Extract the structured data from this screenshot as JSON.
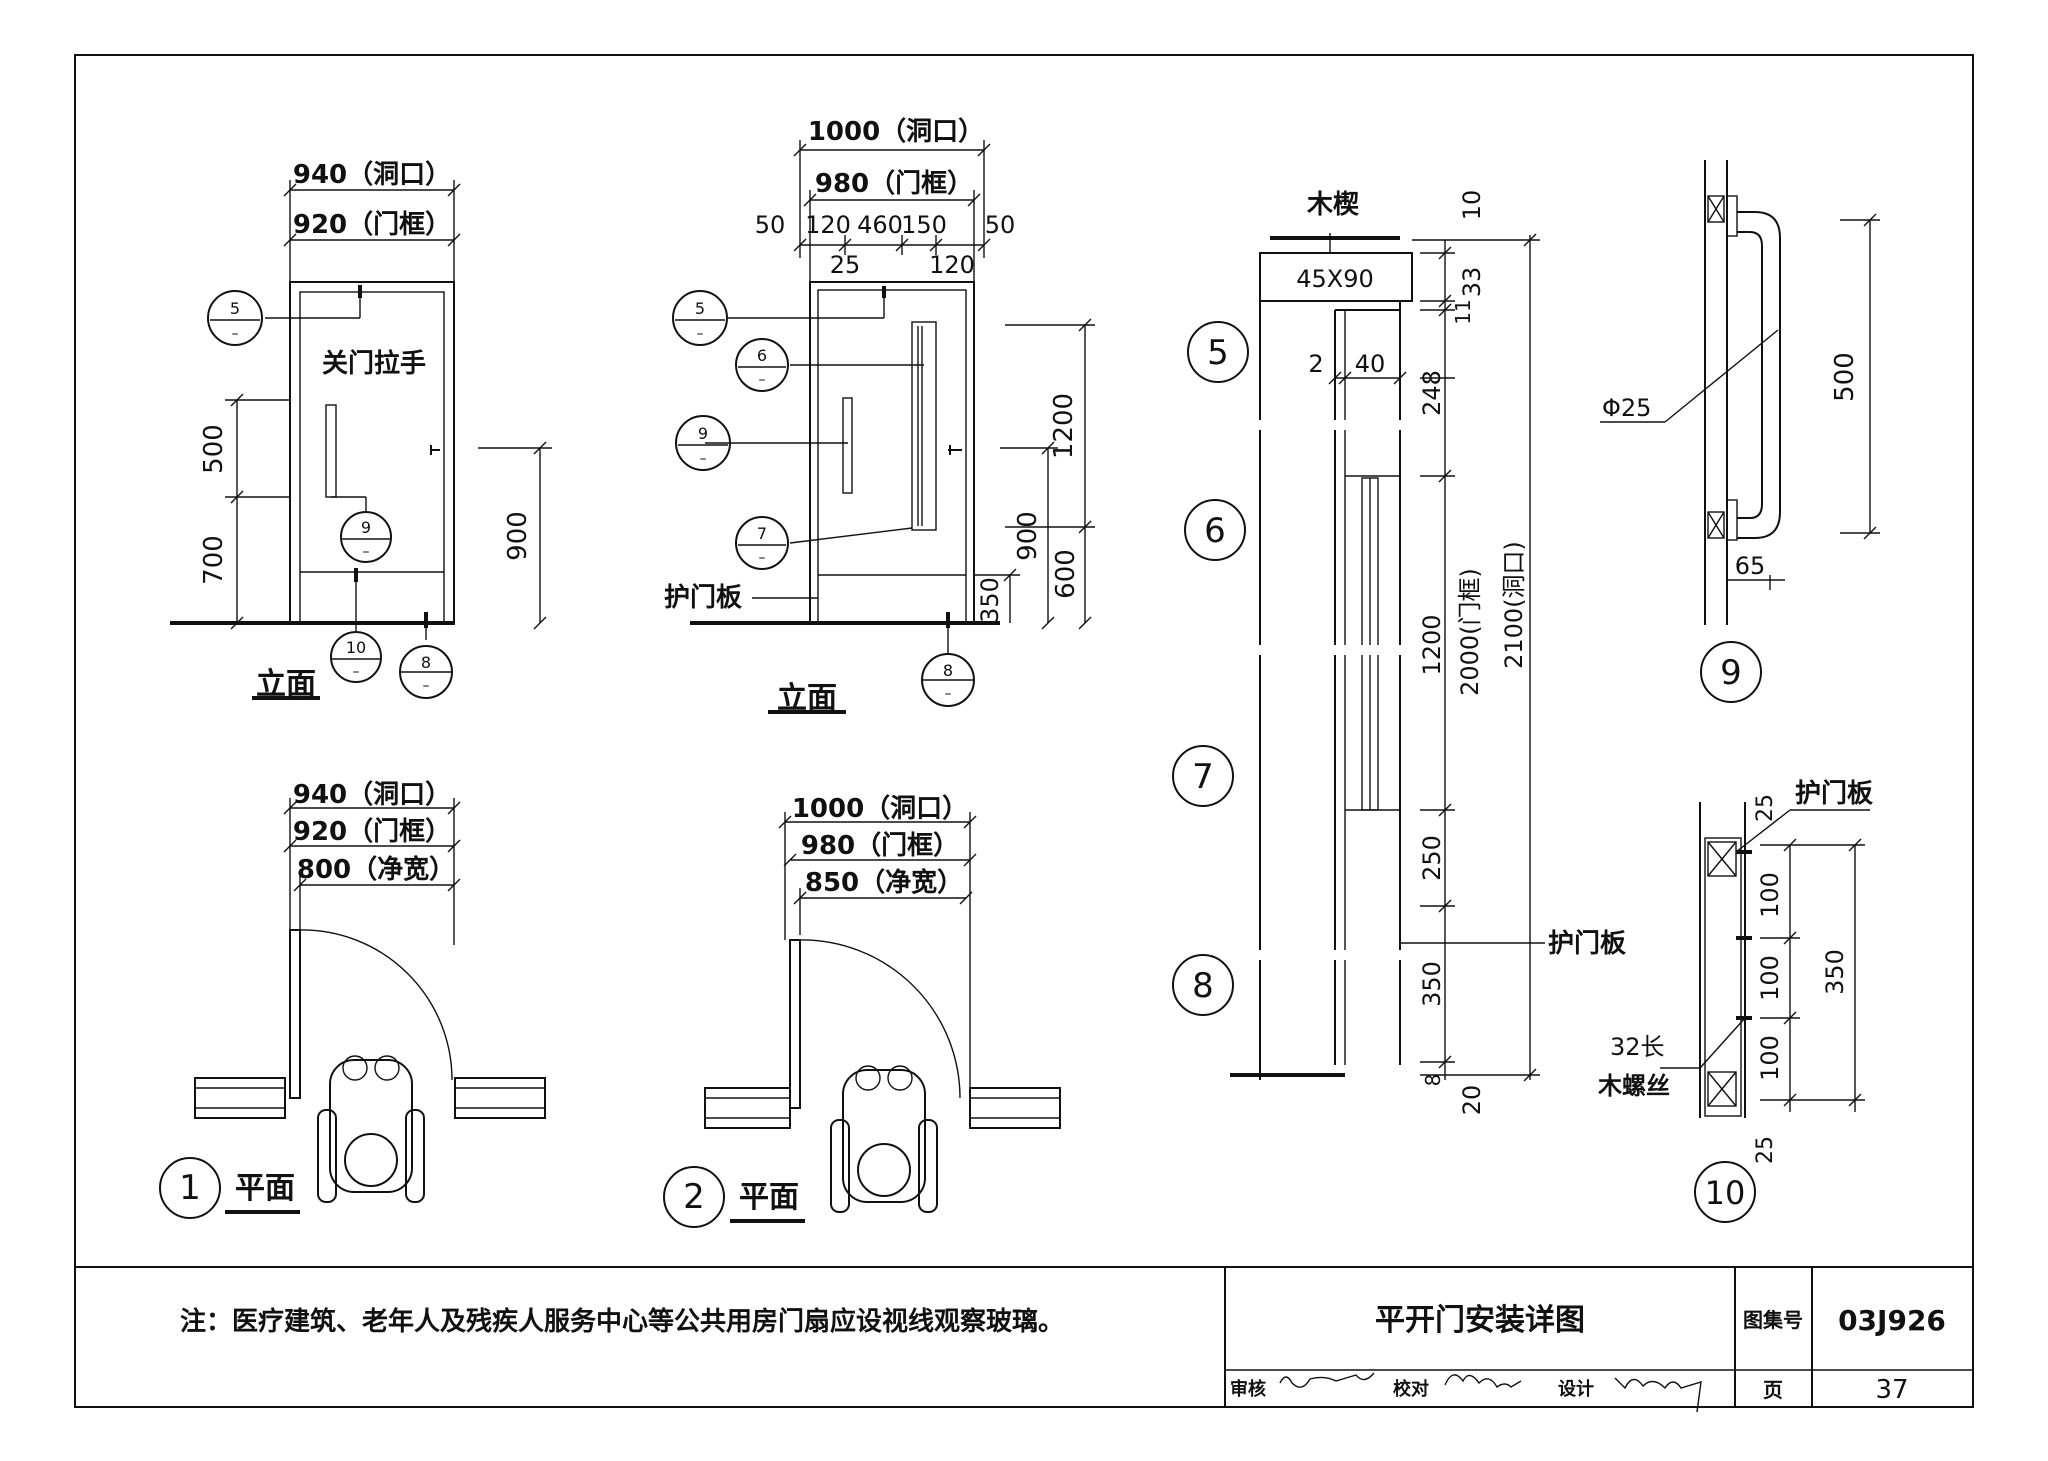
{
  "plate": {
    "drawing_title": "平开门安装详图",
    "atlas_label": "图集号",
    "atlas_no": "03J926",
    "page_label": "页",
    "page_no": "37",
    "review_label": "审核",
    "check_label": "校对",
    "design_label": "设计"
  },
  "note": "注：医疗建筑、老年人及残疾人服务中心等公共用房门扇应设视线观察玻璃。",
  "elev1": {
    "opening": "940（洞口）",
    "frame": "920（门框）",
    "label": "立面",
    "handle_label": "关门拉手",
    "dim_500": "500",
    "dim_700": "700",
    "dim_900": "900",
    "bubble_5": "5",
    "bubble_9": "9",
    "bubble_10": "10",
    "bubble_8": "8",
    "dash": "–"
  },
  "elev2": {
    "opening": "1000（洞口）",
    "frame": "980（门框）",
    "d50a": "50",
    "d120": "120",
    "d460": "460",
    "d150": "150",
    "d50b": "50",
    "d25": "25",
    "d120b": "120",
    "label": "立面",
    "guard_label": "护门板",
    "dim_1200": "1200",
    "dim_900": "900",
    "dim_600": "600",
    "dim_350": "350",
    "bubble_5": "5",
    "bubble_6": "6",
    "bubble_9": "9",
    "bubble_7": "7",
    "bubble_8": "8"
  },
  "plan1": {
    "opening": "940（洞口）",
    "frame": "920（门框）",
    "clear": "800（净宽）",
    "num": "1",
    "label": "平面"
  },
  "plan2": {
    "opening": "1000（洞口）",
    "frame": "980（门框）",
    "clear": "850（净宽）",
    "num": "2",
    "label": "平面"
  },
  "section": {
    "wedge_label": "木楔",
    "wedge_size": "45X90",
    "d10": "10",
    "d33": "33",
    "d11": "11",
    "d2": "2",
    "d40": "40",
    "d248": "248",
    "d1200": "1200",
    "d250": "250",
    "d350": "350",
    "d8": "8",
    "d20": "20",
    "frame_total": "2000(门框)",
    "opening_total": "2100(洞口)",
    "guard_label": "护门板",
    "n5": "5",
    "n6": "6",
    "n7": "7",
    "n8": "8"
  },
  "detail9": {
    "dia": "Φ25",
    "d500": "500",
    "d65": "65",
    "num": "9"
  },
  "detail10": {
    "guard_label": "护门板",
    "d25a": "25",
    "d100a": "100",
    "d100b": "100",
    "d100c": "100",
    "d350": "350",
    "screw1": "32长",
    "screw2": "木螺丝",
    "d25b": "25",
    "num": "10"
  }
}
